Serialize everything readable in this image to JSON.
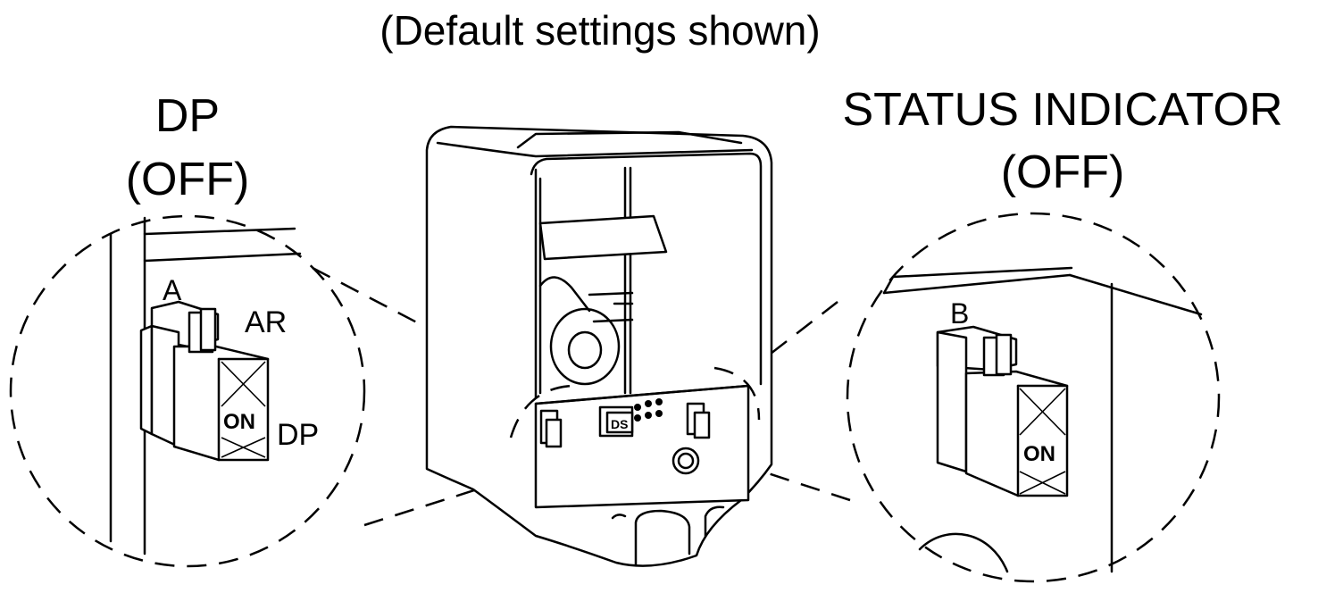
{
  "caption": "(Default settings shown)",
  "left_callout": {
    "title": "DP",
    "state": "(OFF)",
    "switch_letter": "A",
    "label_top": "AR",
    "label_bottom": "DP",
    "switch_marking": "ON"
  },
  "right_callout": {
    "title": "STATUS INDICATOR",
    "state": "(OFF)",
    "switch_letter": "B",
    "switch_marking": "ON"
  },
  "board_marking": "DS"
}
